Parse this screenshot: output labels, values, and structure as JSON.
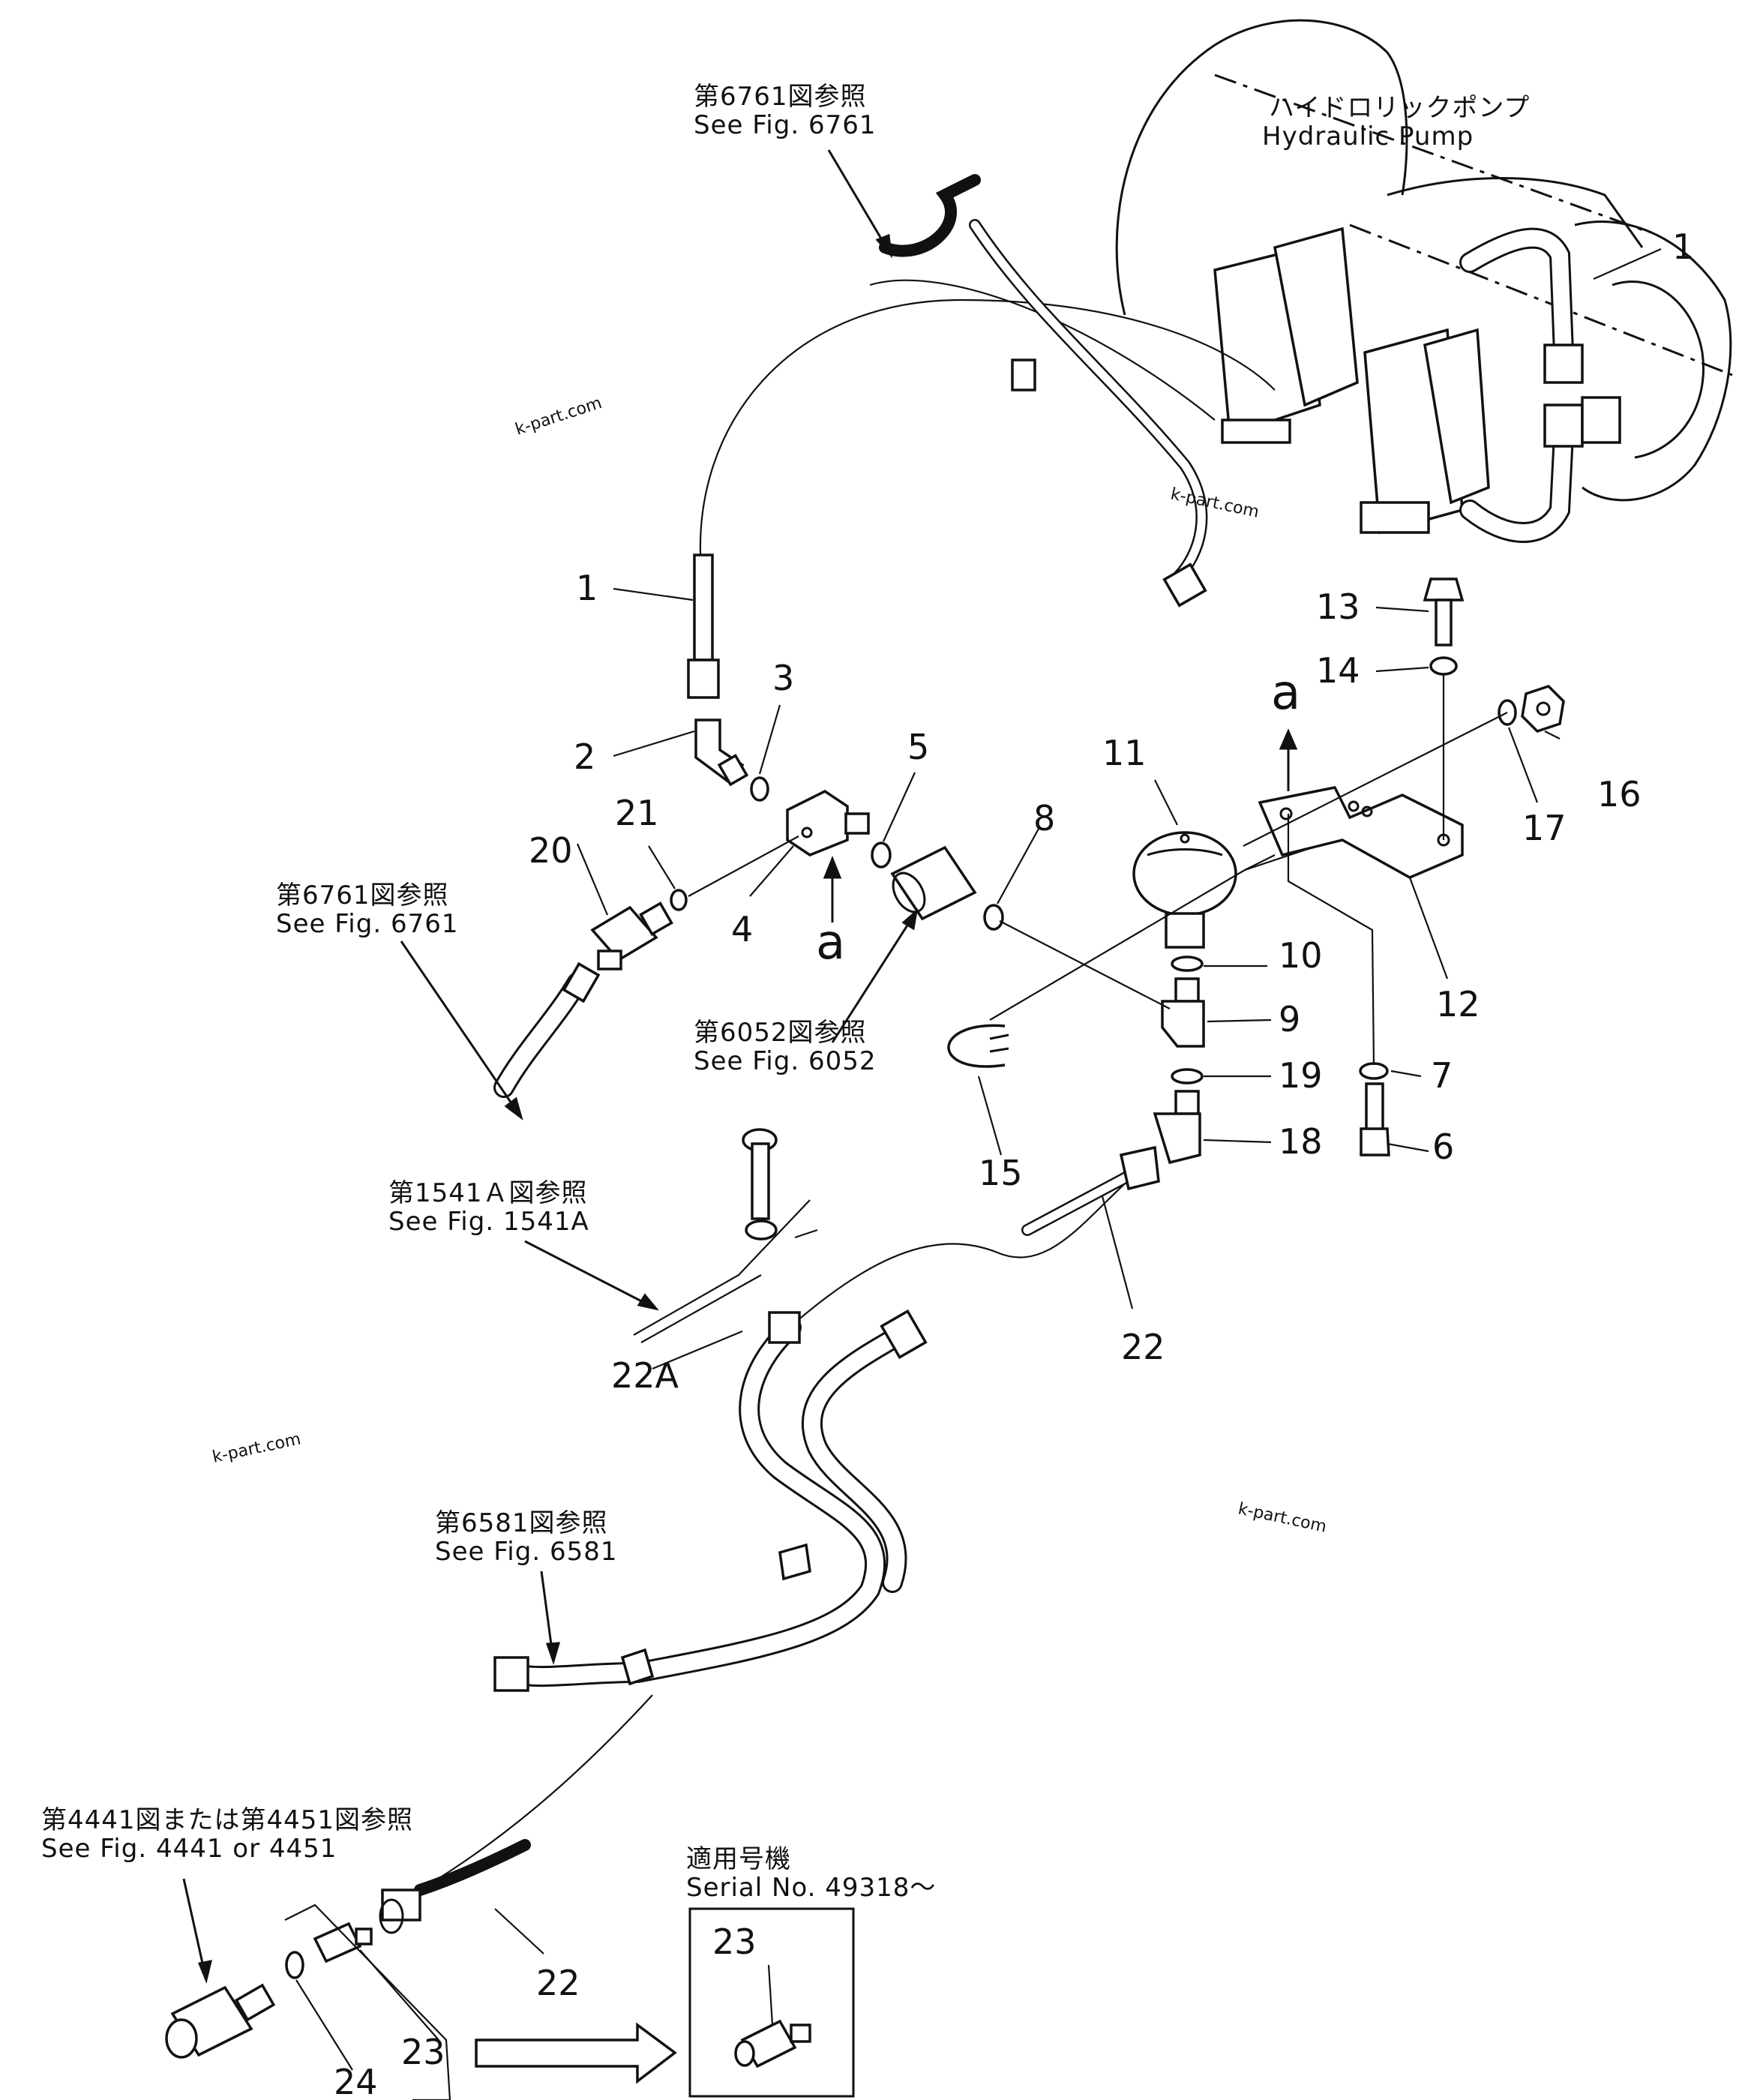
{
  "pump_label": {
    "jp": "ハイドロリックポンプ",
    "en": "Hydraulic  Pump"
  },
  "refs": {
    "fig6761_top": {
      "jp": "第6761図参照",
      "en": "See Fig. 6761"
    },
    "fig6761_left": {
      "jp": "第6761図参照",
      "en": "See  Fig. 6761"
    },
    "fig6052": {
      "jp": "第6052図参照",
      "en": "See  Fig. 6052"
    },
    "fig1541a": {
      "jp": "第1541Ａ図参照",
      "en": "See  Fig. 1541A"
    },
    "fig6581": {
      "jp": "第6581図参照",
      "en": "See  Fig. 6581"
    },
    "fig4441": {
      "jp": "第4441図または第4451図参照",
      "en": "See  Fig.  4441  or  4451"
    },
    "serial": {
      "jp": "適用号機",
      "en": "Serial  No. 49318～"
    }
  },
  "view_letter": "a",
  "part_numbers": {
    "p1_top": "1",
    "p1_left": "1",
    "p2": "2",
    "p3": "3",
    "p4": "4",
    "p5": "5",
    "p6": "6",
    "p7": "7",
    "p8": "8",
    "p9": "9",
    "p10": "10",
    "p11": "11",
    "p12": "12",
    "p13": "13",
    "p14": "14",
    "p15": "15",
    "p16": "16",
    "p17": "17",
    "p18": "18",
    "p19": "19",
    "p20": "20",
    "p21": "21",
    "p22_mid": "22",
    "p22a": "22A",
    "p22_low": "22",
    "p23_box": "23",
    "p23_low": "23",
    "p24": "24"
  },
  "watermarks": [
    "k-part.com",
    "k-part.com",
    "k-part.com",
    "k-part.com"
  ],
  "icons": [
    "hydraulic-pump-icon",
    "hose-icon",
    "elbow-fitting-icon",
    "o-ring-icon",
    "block-fitting-icon",
    "connector-icon",
    "accumulator-icon",
    "bracket-icon",
    "bolt-icon",
    "washer-icon",
    "nut-icon",
    "u-clip-icon",
    "switch-icon",
    "arrow-right-icon"
  ]
}
